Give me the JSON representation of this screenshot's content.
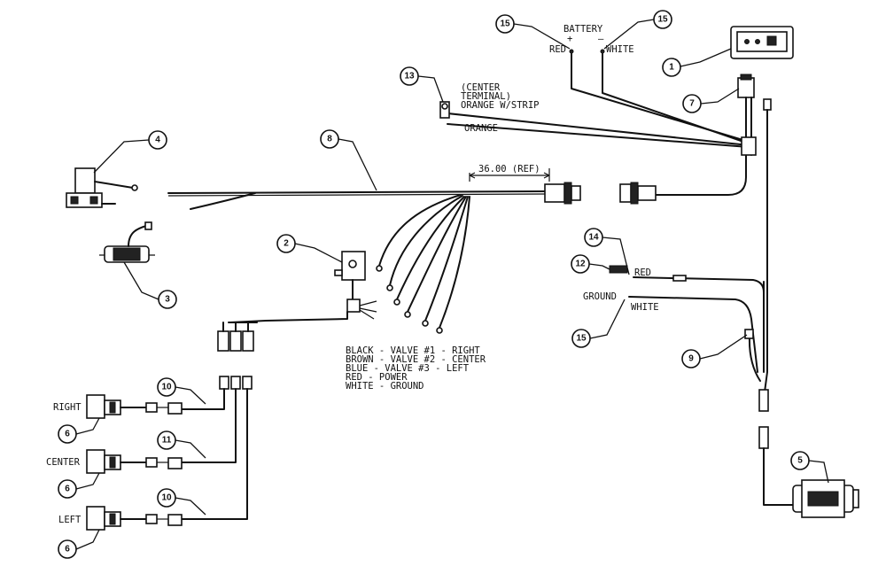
{
  "labels": {
    "battery": "BATTERY",
    "plus": "+",
    "minus": "–",
    "red_top": "RED",
    "white_top": "WHITE",
    "center_terminal_1": "(CENTER",
    "center_terminal_2": "TERMINAL)",
    "orange_strip": "ORANGE W/STRIP",
    "orange": "ORANGE",
    "ref_dim": "36.00 (REF)",
    "red_right": "RED",
    "ground": "GROUND",
    "white_right": "WHITE",
    "legend": [
      "BLACK - VALVE #1 - RIGHT",
      "BROWN - VALVE #2 - CENTER",
      "BLUE - VALVE #3 - LEFT",
      "RED - POWER",
      "WHITE - GROUND"
    ],
    "right": "RIGHT",
    "center": "CENTER",
    "left": "LEFT"
  },
  "callouts": {
    "c1": "1",
    "c2": "2",
    "c3": "3",
    "c4": "4",
    "c5": "5",
    "c6a": "6",
    "c6b": "6",
    "c6c": "6",
    "c7": "7",
    "c8": "8",
    "c9": "9",
    "c10a": "10",
    "c10b": "10",
    "c11": "11",
    "c12": "12",
    "c13": "13",
    "c14": "14",
    "c15a": "15",
    "c15b": "15",
    "c15c": "15"
  }
}
